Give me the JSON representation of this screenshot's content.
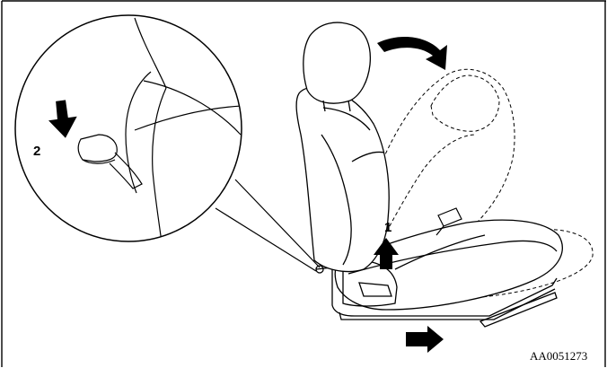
{
  "diagram": {
    "step_1_label": "1",
    "step_2_label": "2",
    "figure_code": "AA0051273"
  }
}
